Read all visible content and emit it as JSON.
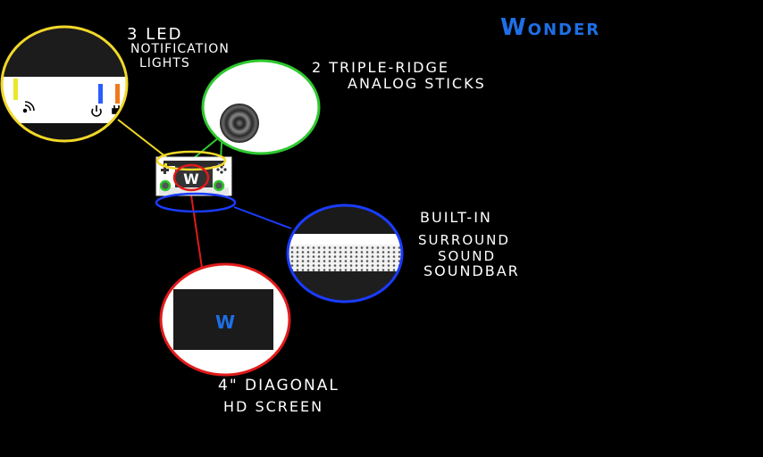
{
  "brand": {
    "name": "Wonder",
    "color": "#1e6fe6"
  },
  "callouts": {
    "leds": {
      "line1": "3 LED",
      "line2": "NOTIFICATION",
      "line3": "LIGHTS",
      "color": "#f2d829"
    },
    "sticks": {
      "line1": "2 TRIPLE-RIDGE",
      "line2": "ANALOG STICKS",
      "color": "#2ec82e"
    },
    "soundbar": {
      "line1": "BUILT-IN",
      "line2": "SURROUND",
      "line3": "SOUND",
      "line4": "SOUNDBAR",
      "color": "#1a3cff"
    },
    "screen": {
      "line1": "4\" DIAGONAL",
      "line2": "HD SCREEN",
      "color": "#e01a1a"
    }
  },
  "device": {
    "logo": "W"
  },
  "screen_zoom": {
    "logo": "W"
  },
  "icons": [
    "wifi-icon",
    "power-icon",
    "plug-icon"
  ],
  "led_colors": [
    "#e8e82a",
    "#2a5cff",
    "#f07a1a"
  ]
}
